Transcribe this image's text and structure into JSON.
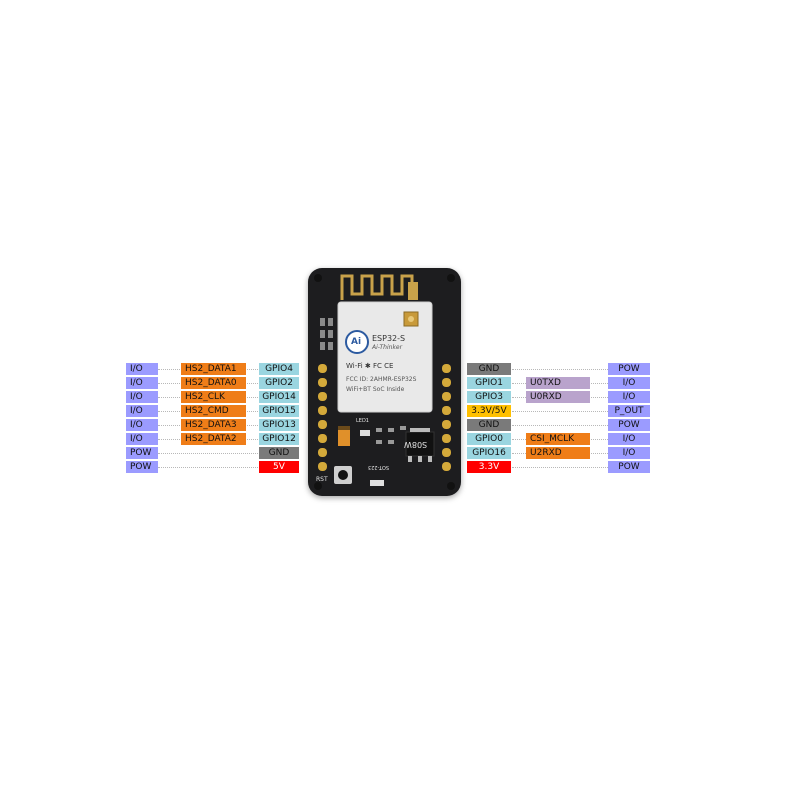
{
  "colors": {
    "type": "#9b9bff",
    "function": "#ef7d18",
    "gpio": "#9ad5e0",
    "gnd": "#7a7a7a",
    "power": "#ff0000",
    "pout": "#ffc000",
    "uart": "#b9a3cc"
  },
  "left_pins": [
    {
      "type": "I/O",
      "function": "HS2_DATA1",
      "pin": "GPIO4",
      "pin_kind": "gpio"
    },
    {
      "type": "I/O",
      "function": "HS2_DATA0",
      "pin": "GPIO2",
      "pin_kind": "gpio"
    },
    {
      "type": "I/O",
      "function": "HS2_CLK",
      "pin": "GPIO14",
      "pin_kind": "gpio"
    },
    {
      "type": "I/O",
      "function": "HS2_CMD",
      "pin": "GPIO15",
      "pin_kind": "gpio"
    },
    {
      "type": "I/O",
      "function": "HS2_DATA3",
      "pin": "GPIO13",
      "pin_kind": "gpio"
    },
    {
      "type": "I/O",
      "function": "HS2_DATA2",
      "pin": "GPIO12",
      "pin_kind": "gpio"
    },
    {
      "type": "POW",
      "function": "",
      "pin": "GND",
      "pin_kind": "gnd"
    },
    {
      "type": "POW",
      "function": "",
      "pin": "5V",
      "pin_kind": "power"
    }
  ],
  "right_pins": [
    {
      "pin": "GND",
      "pin_kind": "gnd",
      "function": "",
      "function_kind": "",
      "type": "POW"
    },
    {
      "pin": "GPIO1",
      "pin_kind": "gpio",
      "function": "U0TXD",
      "function_kind": "uart",
      "type": "I/O"
    },
    {
      "pin": "GPIO3",
      "pin_kind": "gpio",
      "function": "U0RXD",
      "function_kind": "uart",
      "type": "I/O"
    },
    {
      "pin": "3.3V/5V",
      "pin_kind": "pout",
      "function": "",
      "function_kind": "",
      "type": "P_OUT"
    },
    {
      "pin": "GND",
      "pin_kind": "gnd",
      "function": "",
      "function_kind": "",
      "type": "POW"
    },
    {
      "pin": "GPIO0",
      "pin_kind": "gpio",
      "function": "CSI_MCLK",
      "function_kind": "function",
      "type": "I/O"
    },
    {
      "pin": "GPIO16",
      "pin_kind": "gpio",
      "function": "U2RXD",
      "function_kind": "function",
      "type": "I/O"
    },
    {
      "pin": "3.3V",
      "pin_kind": "power",
      "function": "",
      "function_kind": "",
      "type": "POW"
    }
  ],
  "board": {
    "module_name": "ESP32-S",
    "module_brand": "Ai-Thinker",
    "module_logo": "Ai",
    "module_line1": "FCC ID: 2AHMR-ESP32S",
    "module_line2": "WiFi+BT SoC Inside",
    "module_cert": "Wi-Fi  ✱  FC  CE",
    "led_label": "LED1",
    "rst_label": "RST",
    "chip_label1": "SOT-223",
    "chip_label2": "S08W"
  }
}
